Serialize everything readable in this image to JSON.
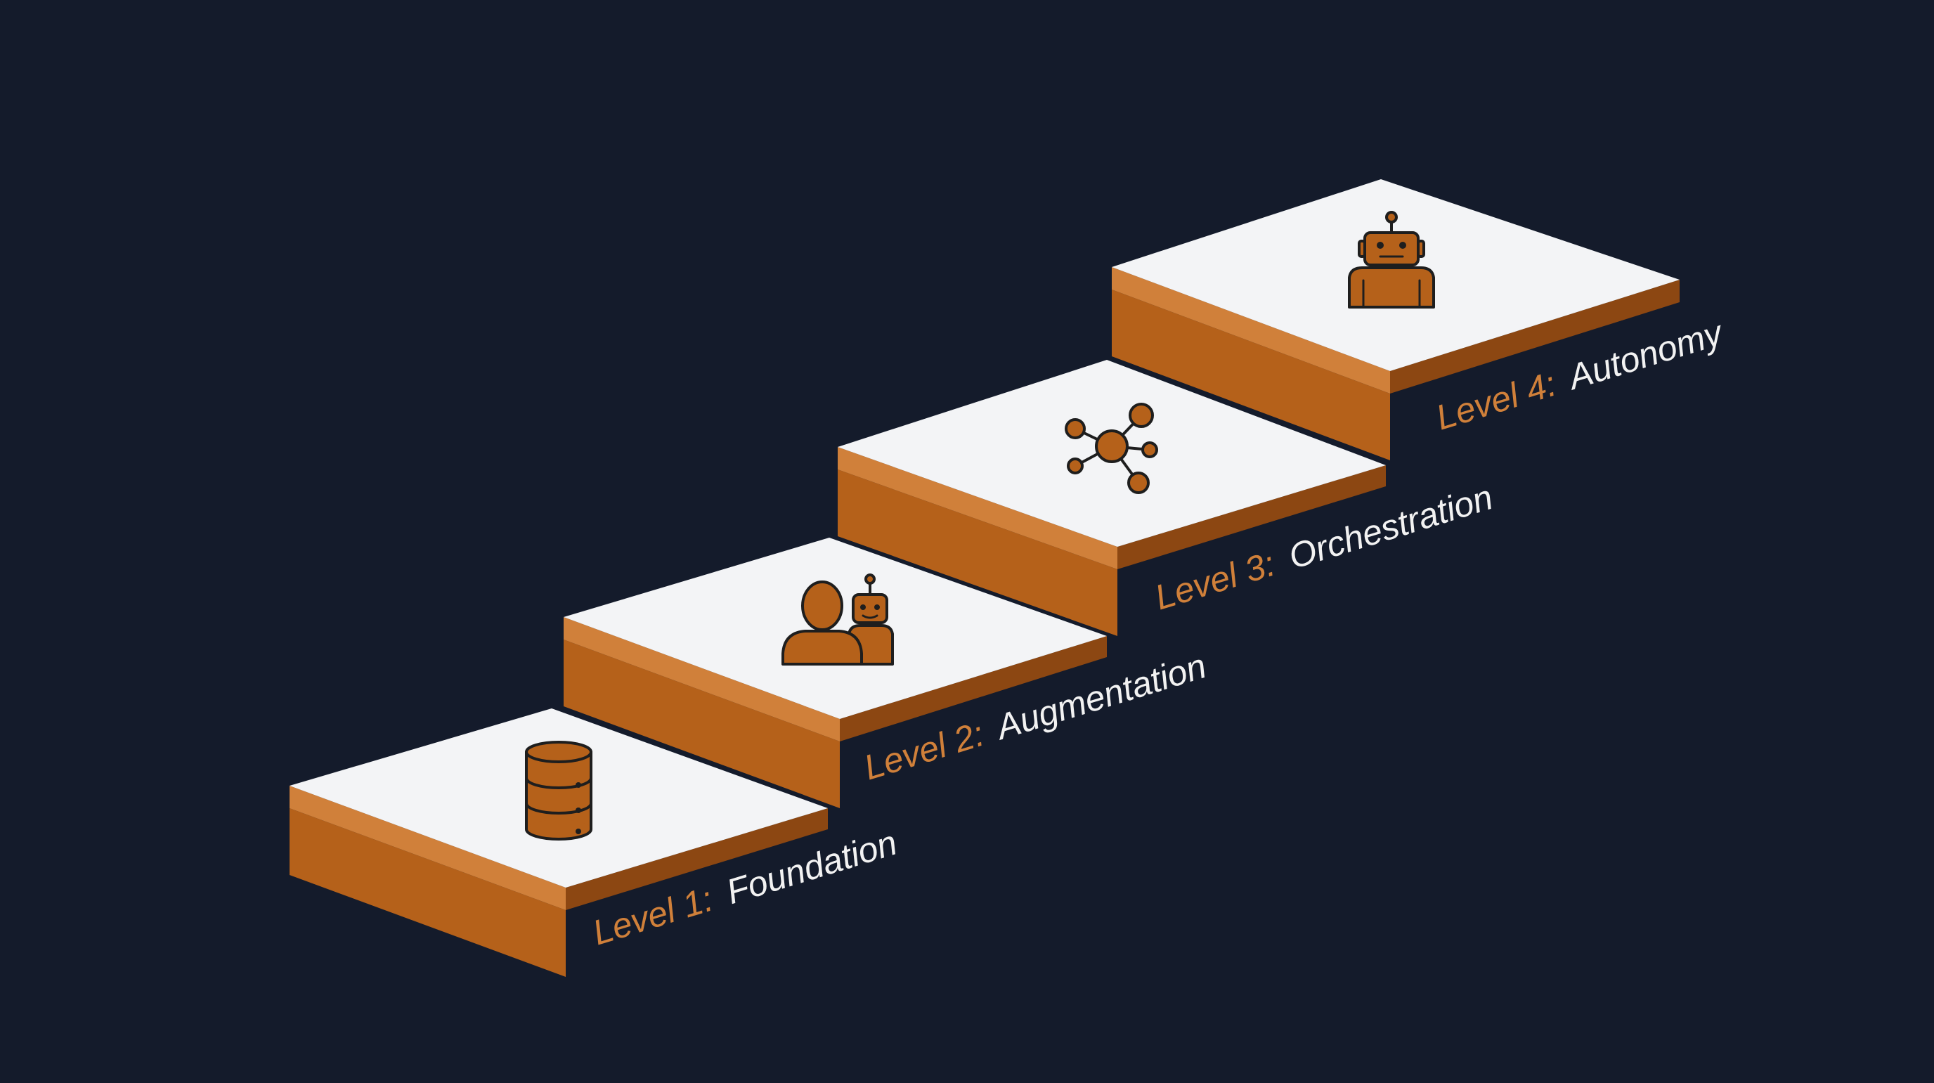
{
  "colors": {
    "background": "#141b2b",
    "accent": "#b5611a",
    "accent_light": "#d0803a",
    "accent_dark": "#8c4712",
    "tread": "#f3f4f6",
    "label_text": "#f2f2f2"
  },
  "steps": [
    {
      "prefix": "Level 1:",
      "name": "Foundation",
      "icon": "database-icon"
    },
    {
      "prefix": "Level 2:",
      "name": "Augmentation",
      "icon": "human-robot-icon"
    },
    {
      "prefix": "Level 3:",
      "name": "Orchestration",
      "icon": "network-hub-icon"
    },
    {
      "prefix": "Level 4:",
      "name": "Autonomy",
      "icon": "robot-icon"
    }
  ]
}
